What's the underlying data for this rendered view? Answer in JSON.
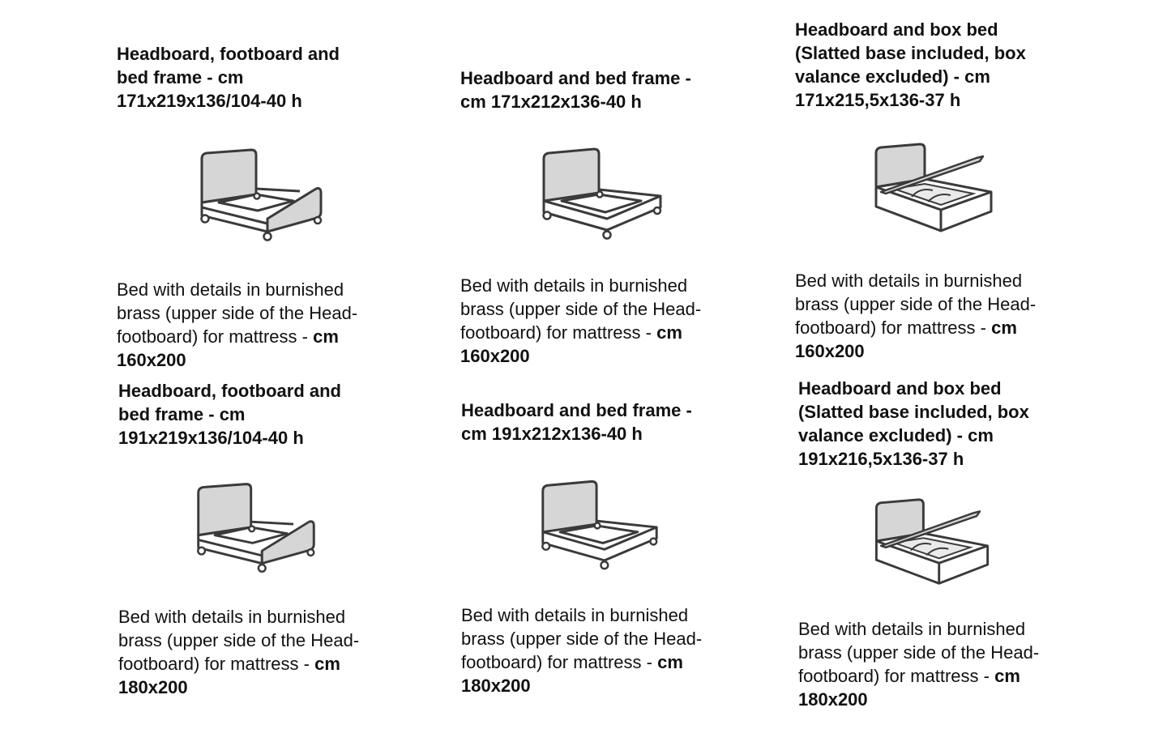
{
  "products": [
    {
      "heading": [
        "Headboard, footboard and",
        "bed frame - cm",
        "171x219x136/104-40 h"
      ],
      "icon": "bed-frame-headboard-footboard-icon",
      "desc": [
        "Bed with details in burnished",
        "brass (upper side of the Head-",
        "footboard) for mattress - "
      ],
      "desc_unit": "cm",
      "mattress": "160x200"
    },
    {
      "heading": [
        "Headboard and bed frame -",
        "cm 171x212x136-40 h"
      ],
      "icon": "bed-frame-headboard-icon",
      "desc": [
        "Bed with details in burnished",
        "brass (upper side of the Head-",
        "footboard) for mattress - "
      ],
      "desc_unit": "cm",
      "mattress": "160x200"
    },
    {
      "heading": [
        "Headboard and box bed",
        "(Slatted base included, box",
        "valance excluded) - cm",
        "171x215,5x136-37 h"
      ],
      "icon": "box-bed-icon",
      "desc": [
        "Bed with details in burnished",
        "brass (upper side of the Head-",
        "footboard) for mattress - "
      ],
      "desc_unit": "cm",
      "mattress": "160x200"
    },
    {
      "heading": [
        "Headboard, footboard and",
        "bed frame - cm",
        "191x219x136/104-40 h"
      ],
      "icon": "bed-frame-headboard-footboard-icon",
      "desc": [
        "Bed with details in burnished",
        "brass (upper side of the Head-",
        "footboard) for mattress - "
      ],
      "desc_unit": "cm",
      "mattress": "180x200"
    },
    {
      "heading": [
        "Headboard and bed frame -",
        "cm 191x212x136-40 h"
      ],
      "icon": "bed-frame-headboard-icon",
      "desc": [
        "Bed with details in burnished",
        "brass (upper side of the Head-",
        "footboard) for mattress - "
      ],
      "desc_unit": "cm",
      "mattress": "180x200"
    },
    {
      "heading": [
        "Headboard and box bed",
        "(Slatted base included, box",
        "valance excluded) - cm",
        "191x216,5x136-37 h"
      ],
      "icon": "box-bed-icon",
      "desc": [
        "Bed with details in burnished",
        "brass (upper side of the Head-",
        "footboard) for mattress - "
      ],
      "desc_unit": "cm",
      "mattress": "180x200"
    }
  ],
  "colors": {
    "text": "#111111",
    "line": "#3a3a3a",
    "panel": "#d6d6d6",
    "background": "#ffffff"
  }
}
